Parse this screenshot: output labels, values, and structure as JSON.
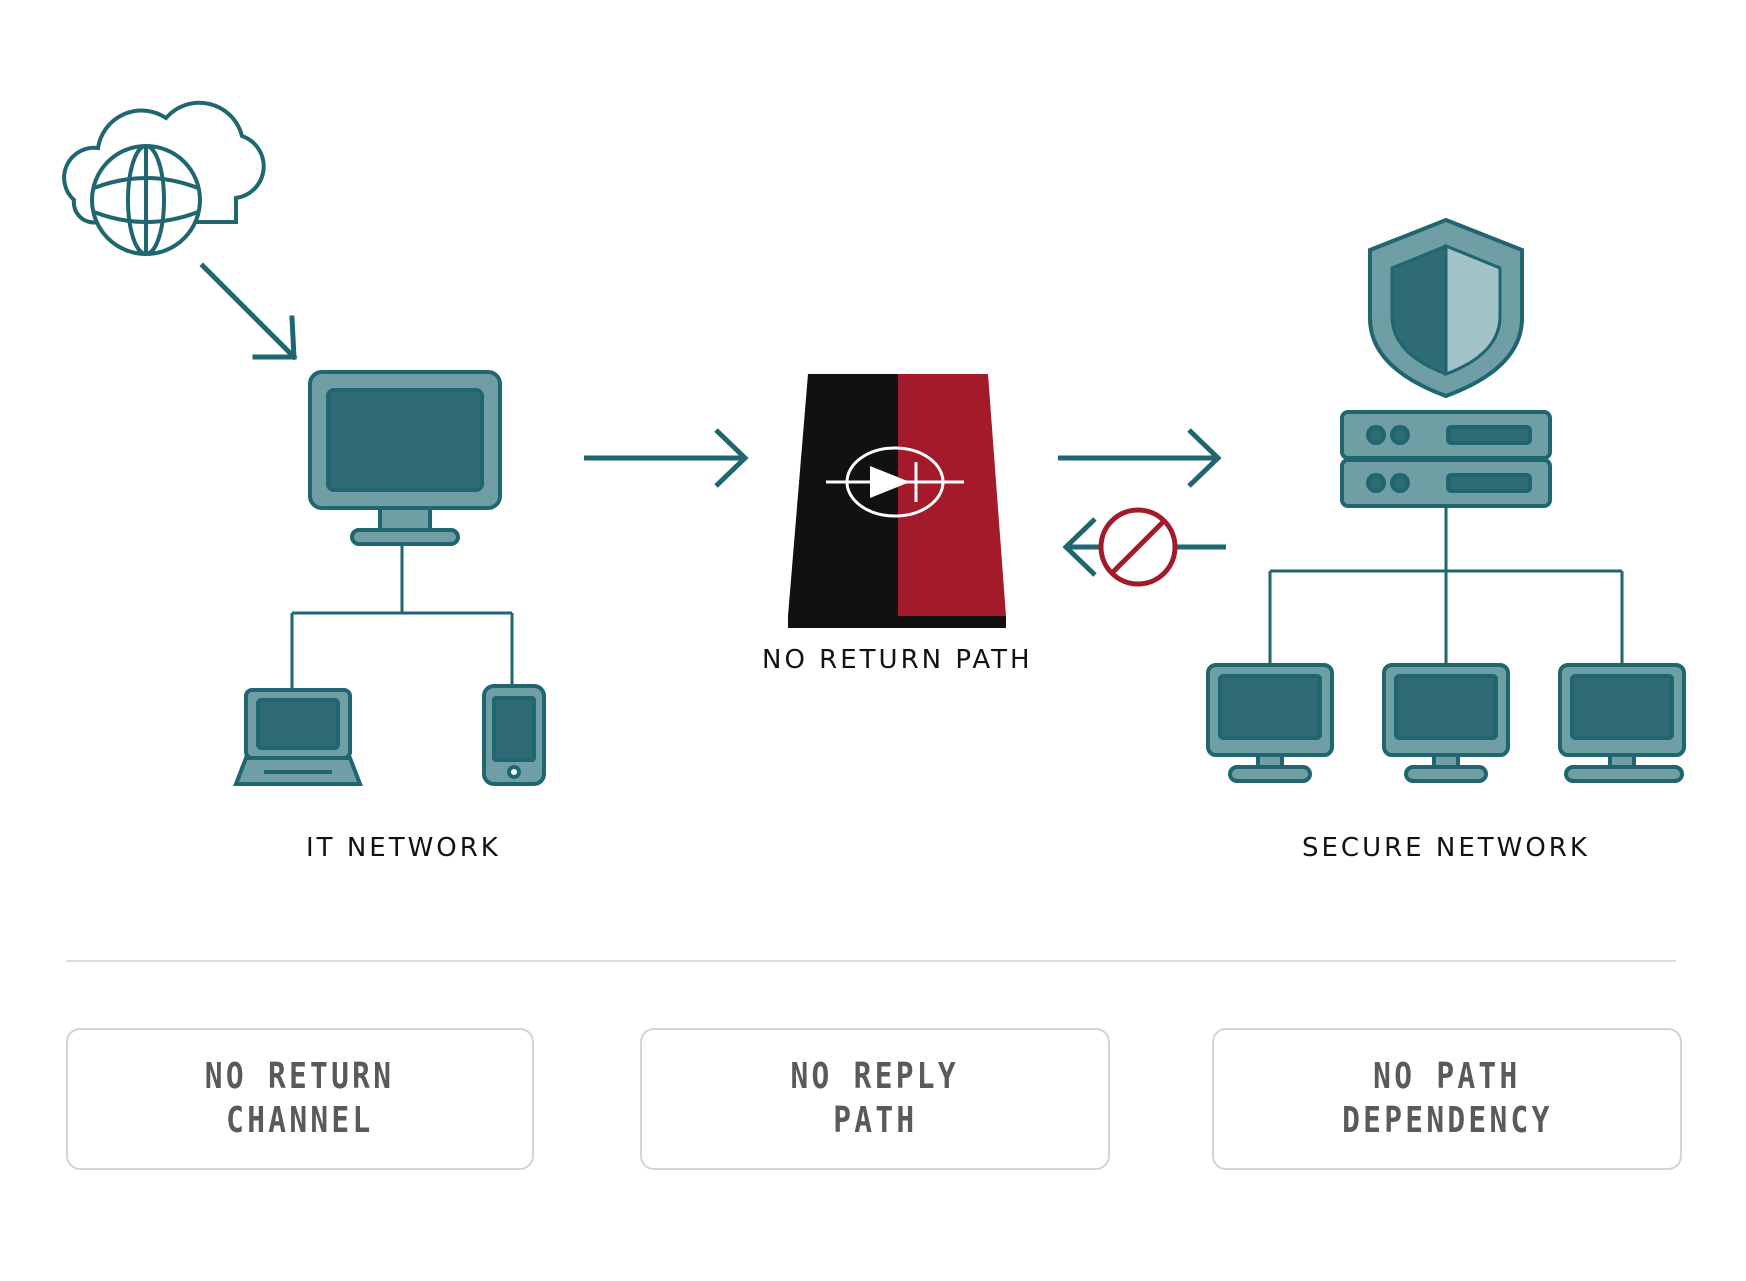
{
  "colors": {
    "teal": "#1f6670",
    "teal_dark": "#2f6b74",
    "teal_mid": "#6f9fa4",
    "teal_light": "#a2c4c8",
    "red": "#a31a2b",
    "black": "#111111",
    "divider": "#dcdcdc"
  },
  "nodes": {
    "internet": {
      "icon": "globe-cloud-icon"
    },
    "it_network": {
      "label": "IT NETWORK",
      "icons": [
        "desktop-monitor-icon",
        "laptop-icon",
        "smartphone-icon"
      ]
    },
    "diode": {
      "label": "NO RETURN PATH",
      "icon": "data-diode-icon"
    },
    "secure_network": {
      "label": "SECURE NETWORK",
      "icons": [
        "shield-icon",
        "server-rack-icon",
        "monitor-icon",
        "monitor-icon",
        "monitor-icon"
      ]
    }
  },
  "flows": [
    {
      "from": "internet",
      "to": "it_network",
      "allowed": true
    },
    {
      "from": "it_network",
      "to": "diode",
      "allowed": true
    },
    {
      "from": "diode",
      "to": "secure_network",
      "allowed": true
    },
    {
      "from": "secure_network",
      "to": "diode",
      "allowed": false,
      "icon": "blocked-icon"
    }
  ],
  "cards": [
    {
      "lines": [
        "NO RETURN",
        "CHANNEL"
      ]
    },
    {
      "lines": [
        "NO REPLY",
        "PATH"
      ]
    },
    {
      "lines": [
        "NO PATH",
        "DEPENDENCY"
      ]
    }
  ]
}
